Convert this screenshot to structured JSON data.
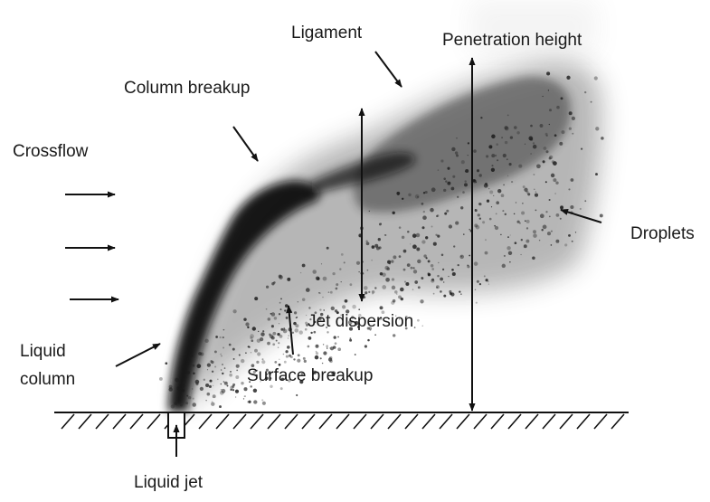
{
  "labels": {
    "ligament": "Ligament",
    "penetration_height": "Penetration height",
    "column_breakup": "Column breakup",
    "crossflow": "Crossflow",
    "droplets": "Droplets",
    "jet_dispersion": "Jet dispersion",
    "liquid_column_line1": "Liquid",
    "liquid_column_line2": "column",
    "surface_breakup": "Surface breakup",
    "liquid_jet": "Liquid jet"
  },
  "colors": {
    "ink": "#111111",
    "spray": "#1c1c1c",
    "background": "#ffffff"
  }
}
